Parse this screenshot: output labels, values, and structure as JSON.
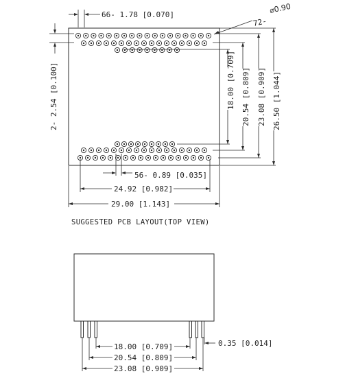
{
  "pcb_layout": {
    "pitch_label": "66- 1.78 [0.070]",
    "hole_label": "72- ",
    "hole_dia": "⌀0.90",
    "row_pitch_label": "2- 2.54 [0.100]",
    "dim_18": "18.00 [0.709]",
    "dim_2054": "20.54 [0.809]",
    "dim_2308": "23.08 [0.909]",
    "dim_2650": "26.50 [1.044]",
    "small_pitch_label": "56- 0.89 [0.035]",
    "dim_2492": "24.92 [0.982]",
    "dim_2900": "29.00 [1.143]",
    "caption": "SUGGESTED PCB LAYOUT(TOP VIEW)"
  },
  "side_view": {
    "dim_18": "18.00 [0.709]",
    "dim_2054": "20.54 [0.809]",
    "dim_2308": "23.08 [0.909]",
    "pin_width": "0.35 [0.014]"
  }
}
